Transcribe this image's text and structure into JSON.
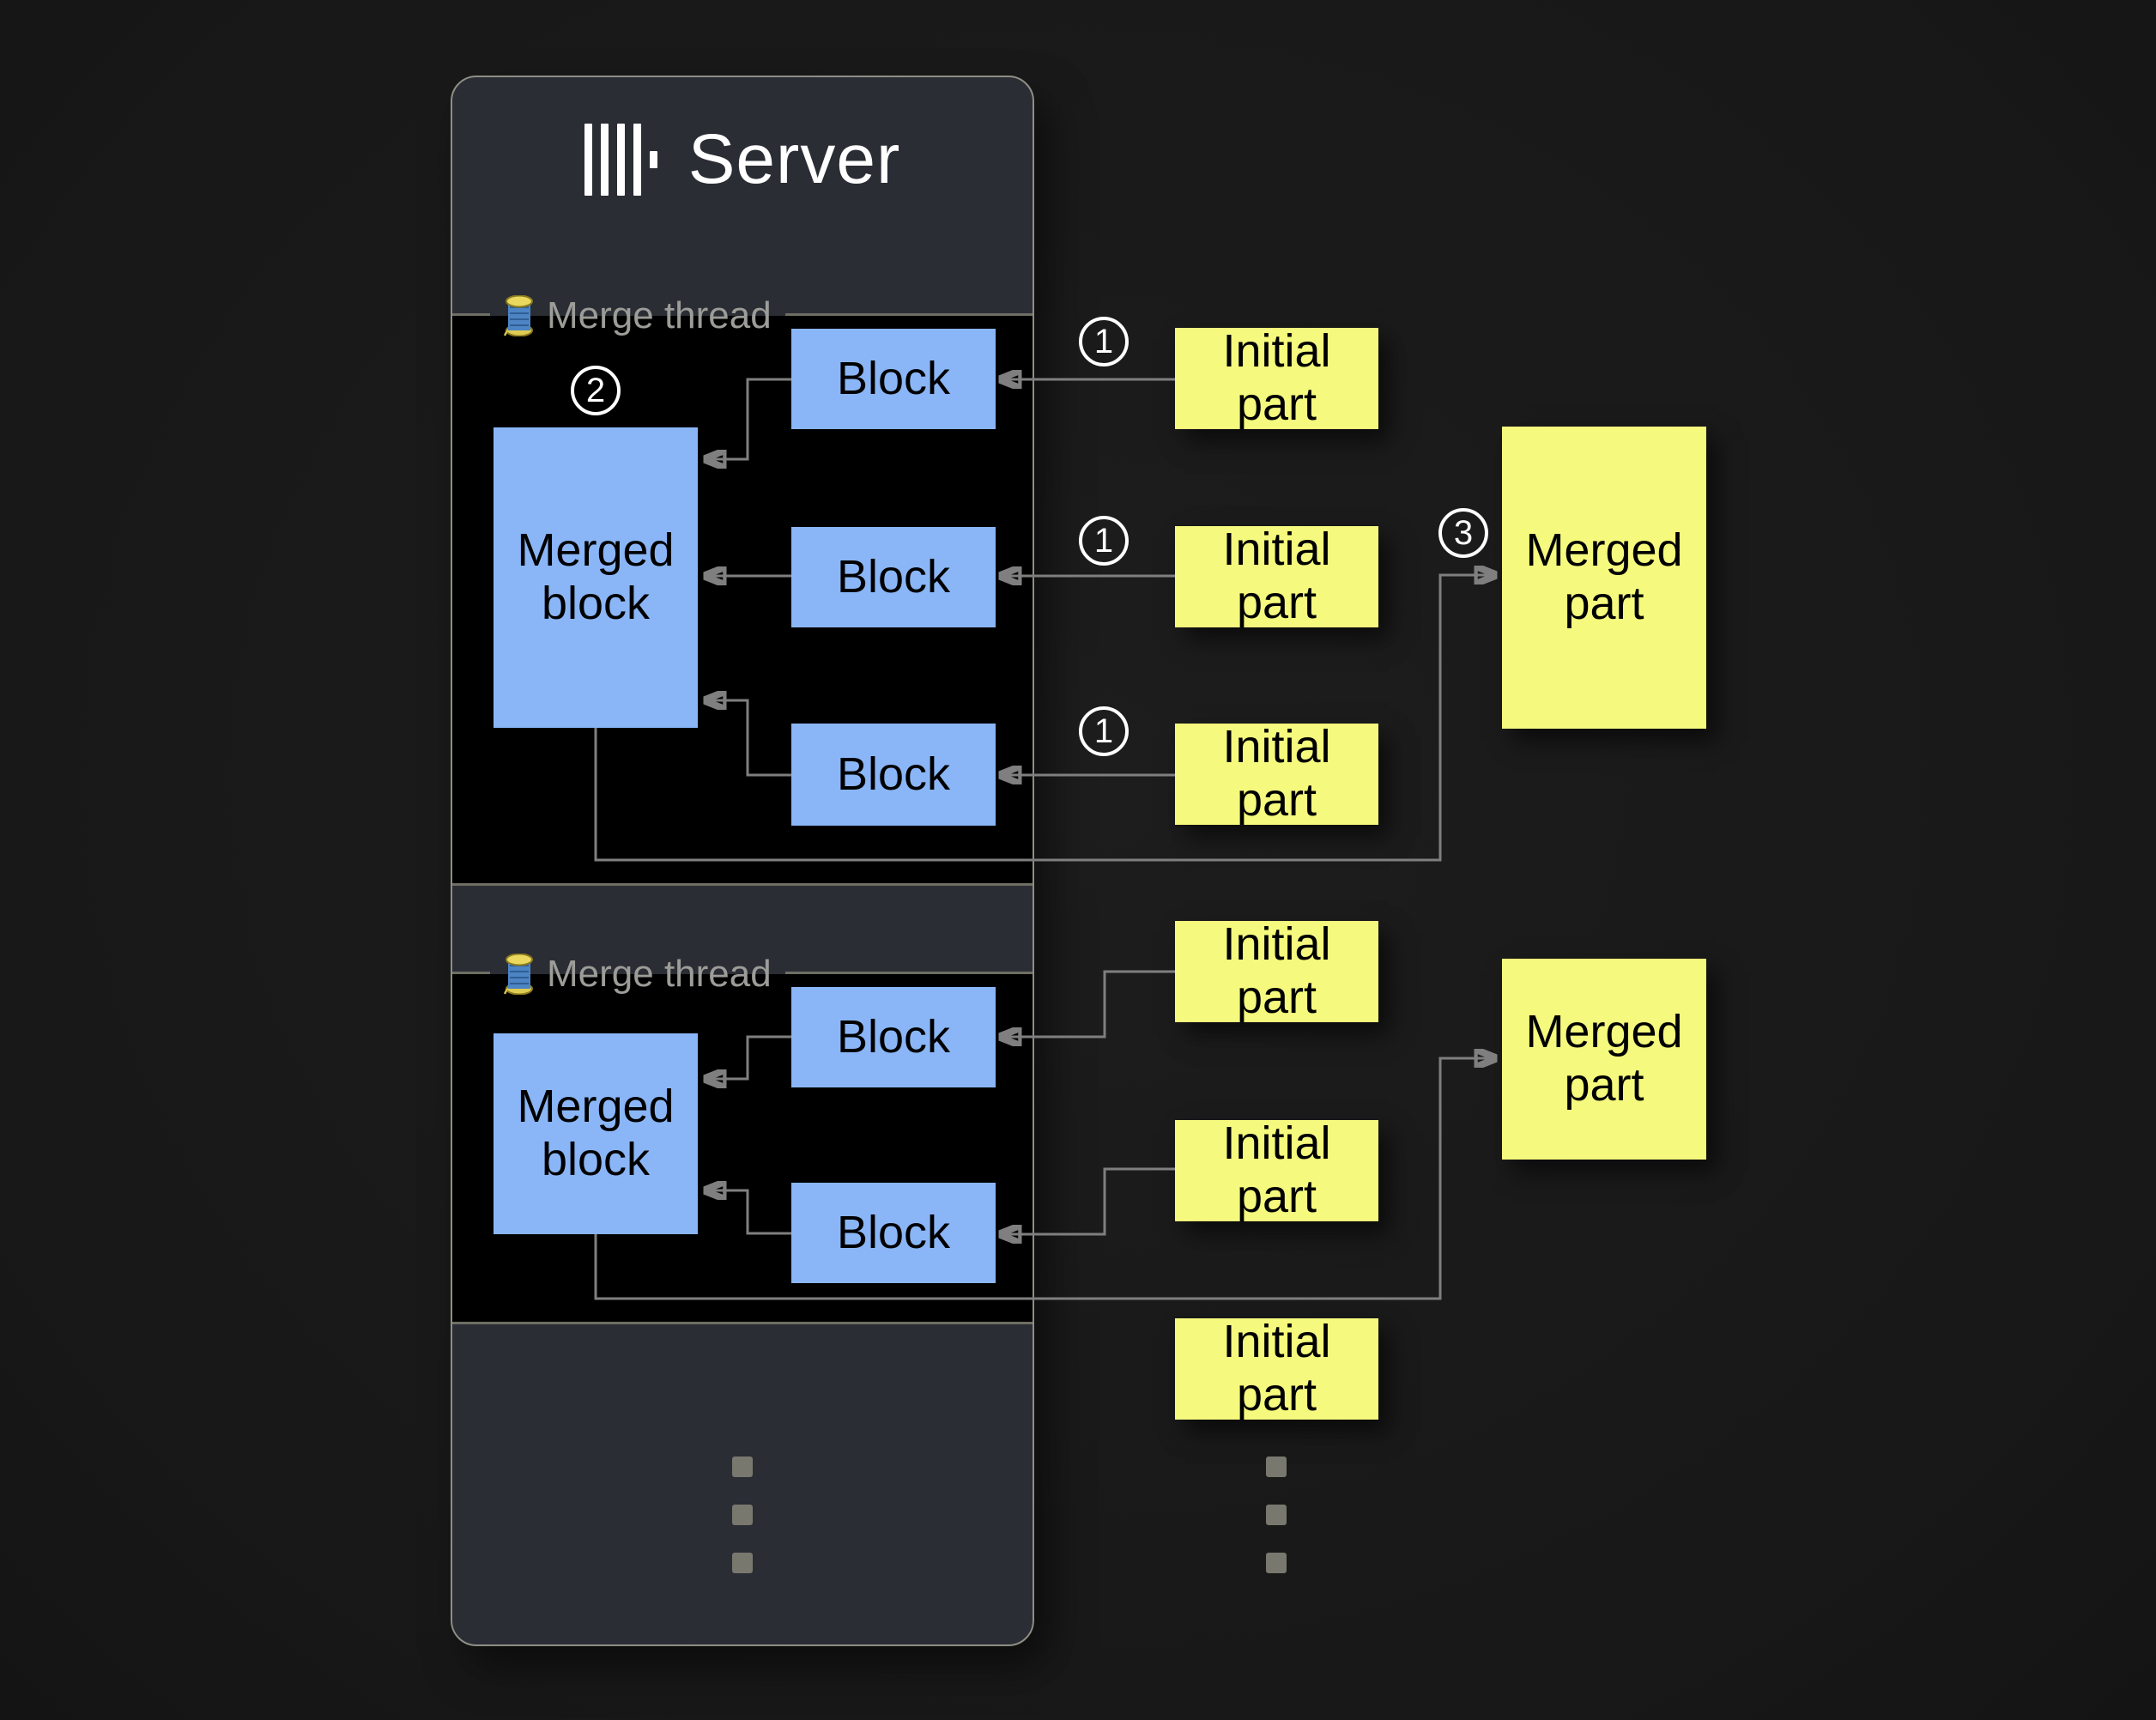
{
  "colors": {
    "background": "#1a1a1a",
    "server_panel": "#2b2d35",
    "panel_border": "#8e8e84",
    "thread_panel_background": "#000000",
    "block_blue": "#8ab6f7",
    "part_yellow": "#f5f97d",
    "wire_gray": "#7f7f7f",
    "label_gray": "#9c9c98"
  },
  "server": {
    "title": "Server",
    "merge_threads": [
      {
        "label": "Merge thread",
        "merged_block": {
          "label": "Merged\nblock",
          "badge": "2"
        },
        "blocks": [
          {
            "label": "Block"
          },
          {
            "label": "Block"
          },
          {
            "label": "Block"
          }
        ]
      },
      {
        "label": "Merge thread",
        "merged_block": {
          "label": "Merged\nblock"
        },
        "blocks": [
          {
            "label": "Block"
          },
          {
            "label": "Block"
          }
        ]
      }
    ]
  },
  "parts": {
    "initial": [
      {
        "label": "Initial\npart",
        "badge": "1"
      },
      {
        "label": "Initial\npart",
        "badge": "1"
      },
      {
        "label": "Initial\npart",
        "badge": "1"
      },
      {
        "label": "Initial\npart"
      },
      {
        "label": "Initial\npart"
      },
      {
        "label": "Initial\npart"
      }
    ],
    "merged": [
      {
        "label": "Merged\npart",
        "badge": "3"
      },
      {
        "label": "Merged\npart"
      }
    ]
  }
}
